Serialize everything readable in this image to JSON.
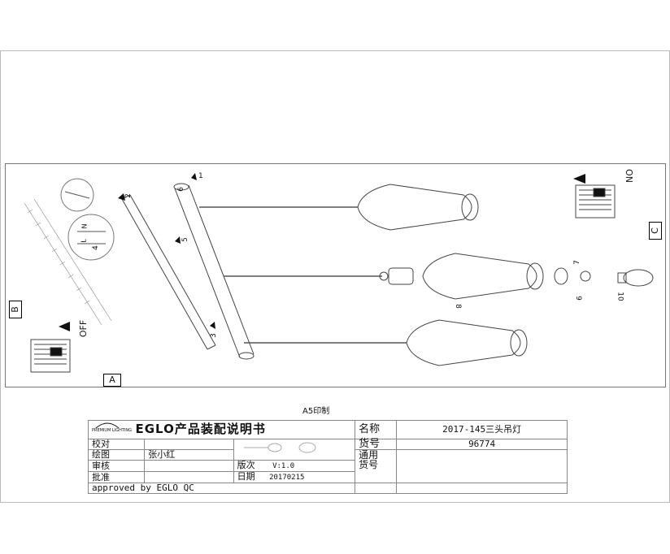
{
  "print_label": "A5印制",
  "view_letters": {
    "a": "A",
    "b": "B",
    "c": "C"
  },
  "switch_labels": {
    "off": "OFF",
    "on": "ON"
  },
  "callouts": [
    "1",
    "2",
    "3",
    "4",
    "5",
    "6",
    "7",
    "8",
    "9",
    "10"
  ],
  "wire_labels": [
    "N",
    "L"
  ],
  "title_block": {
    "doc_title": "EGLO产品装配说明书",
    "name_label": "名称",
    "name_value": "2017-145三头吊灯",
    "item_label": "货号",
    "item_value": "96774",
    "proof_label": "校对",
    "draw_label": "绘图",
    "drawer": "张小红",
    "review_label": "审核",
    "version_label": "版次",
    "version_value": "V:1.0",
    "general_label": "通用",
    "general_label2": "货号",
    "approve_label": "批准",
    "date_label": "日期",
    "date_value": "20170215",
    "approved_by": "approved by EGLO QC",
    "logo_text": "PREMIUM LIGHTING"
  }
}
